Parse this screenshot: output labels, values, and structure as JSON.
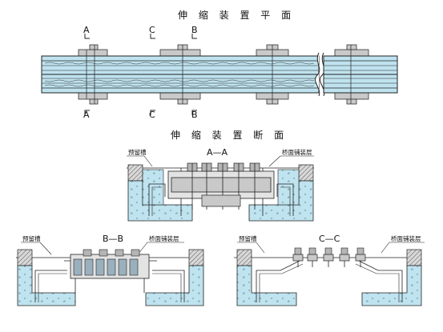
{
  "plan_view": {
    "title": "伸 缩 装 置 平 面",
    "cut_labels_top": [
      "A",
      "C",
      "B"
    ],
    "cut_labels_bottom": [
      "A",
      "C",
      "B"
    ]
  },
  "section_heading": "伸 缩 装 置 断 面",
  "section_aa": {
    "label": "A—A",
    "left_note": "预留槽",
    "right_note": "桥面铺装层"
  },
  "section_bb": {
    "label": "B—B",
    "left_note": "预留槽",
    "right_note": "桥面铺装层"
  },
  "section_cc": {
    "label": "C—C",
    "left_note": "预留槽",
    "right_note": "桥面铺装层"
  },
  "colors": {
    "deck_fill": "#bfe3ef",
    "plate_fill": "#c9c9c9",
    "line": "#222222"
  }
}
